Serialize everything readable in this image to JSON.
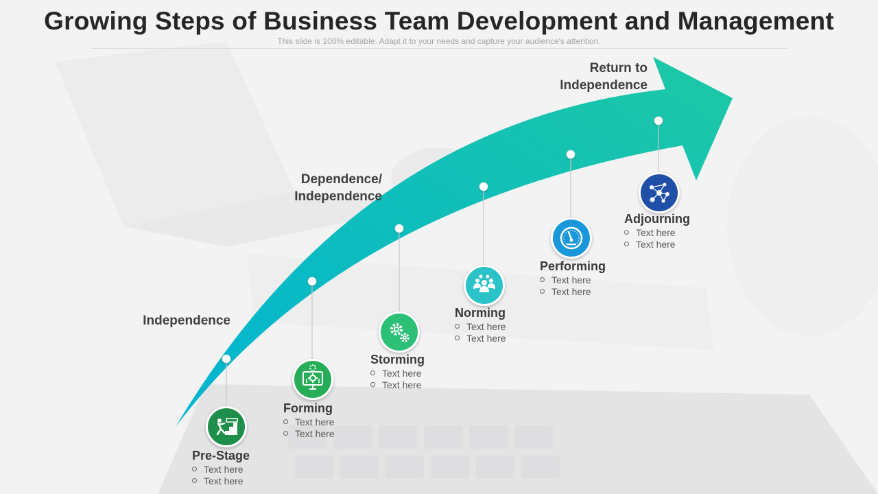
{
  "slide": {
    "title": "Growing Steps of Business Team Development and Management",
    "subtitle": "This slide is 100% editable. Adapt it to your needs and capture your audience's attention."
  },
  "phases": [
    {
      "label_lines": [
        "Independence"
      ]
    },
    {
      "label_lines": [
        "Dependence/",
        "Independence"
      ]
    },
    {
      "label_lines": [
        "Return to",
        "Independence"
      ]
    }
  ],
  "stages": [
    {
      "name": "Pre-Stage",
      "icon": "climbing-steps-icon",
      "color": "#1e8f4a",
      "bullets": [
        "Text here",
        "Text here"
      ]
    },
    {
      "name": "Forming",
      "icon": "monitor-gear-icon",
      "color": "#27ad57",
      "bullets": [
        "Text here",
        "Text here"
      ]
    },
    {
      "name": "Storming",
      "icon": "gears-icon",
      "color": "#2cbf76",
      "bullets": [
        "Text here",
        "Text here"
      ]
    },
    {
      "name": "Norming",
      "icon": "team-group-icon",
      "color": "#2cc2c9",
      "bullets": [
        "Text here",
        "Text here"
      ]
    },
    {
      "name": "Performing",
      "icon": "speedometer-icon",
      "color": "#1a97da",
      "bullets": [
        "Text here",
        "Text here"
      ]
    },
    {
      "name": "Adjourning",
      "icon": "network-nodes-icon",
      "color": "#1f4fa6",
      "bullets": [
        "Text here",
        "Text here"
      ]
    }
  ],
  "colors": {
    "arrow_start": "#00b4d2",
    "arrow_end": "#1ec8a5",
    "title_text": "#262626"
  }
}
